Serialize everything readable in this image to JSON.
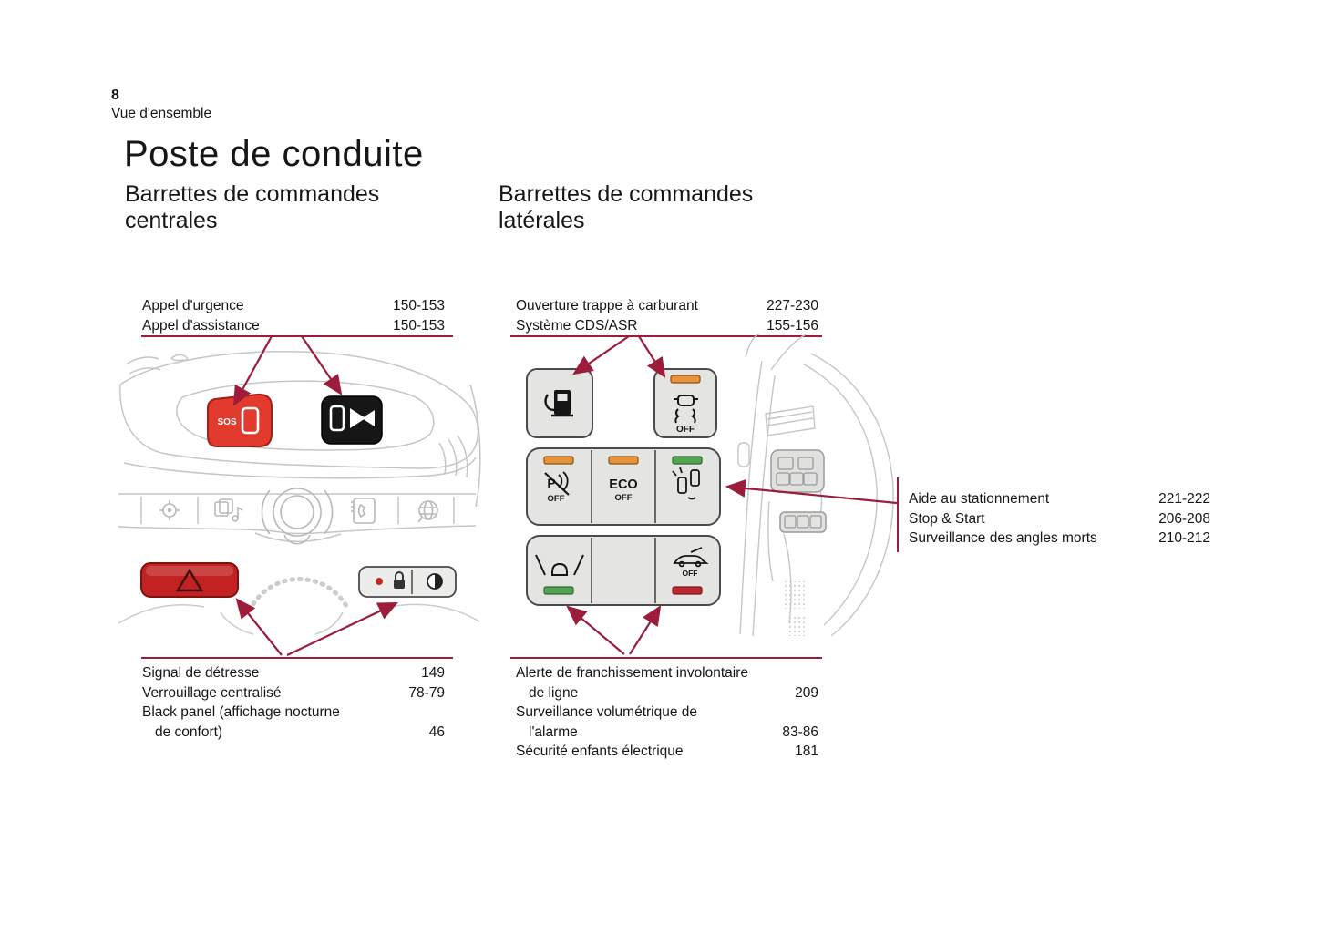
{
  "page": {
    "number": "8",
    "section_title": "Vue d'ensemble",
    "title": "Poste de conduite"
  },
  "left_column": {
    "subtitle": "Barrettes de commandes centrales"
  },
  "right_column": {
    "subtitle": "Barrettes de commandes latérales"
  },
  "labels": {
    "top_left": [
      {
        "text": "Appel d'urgence",
        "pages": "150-153"
      },
      {
        "text": "Appel d'assistance",
        "pages": "150-153"
      }
    ],
    "top_right": [
      {
        "text": "Ouverture trappe à carburant",
        "pages": "227-230"
      },
      {
        "text": "Système CDS/ASR",
        "pages": "155-156"
      }
    ],
    "side_right": [
      {
        "text": "Aide au stationnement",
        "pages": "221-222"
      },
      {
        "text": "Stop & Start",
        "pages": "206-208"
      },
      {
        "text": "Surveillance des angles morts",
        "pages": "210-212"
      }
    ],
    "bottom_left": [
      {
        "text": "Signal de détresse",
        "pages": "149"
      },
      {
        "text": "Verrouillage centralisé",
        "pages": "78-79"
      },
      {
        "text": "Black panel (affichage nocturne",
        "pages": ""
      },
      {
        "text": "de confort)",
        "pages": "46"
      }
    ],
    "bottom_right": [
      {
        "text": "Alerte de franchissement involontaire",
        "pages": ""
      },
      {
        "text": "de ligne",
        "pages": "209"
      },
      {
        "text": "Surveillance volumétrique de",
        "pages": ""
      },
      {
        "text": "l'alarme",
        "pages": "83-86"
      },
      {
        "text": "Sécurité enfants électrique",
        "pages": "181"
      }
    ]
  },
  "diagram_text": {
    "sos": "SOS",
    "off": "OFF",
    "eco": "ECO",
    "p": "P"
  },
  "colors": {
    "accent_line": "#9d1c3c",
    "sos_red": "#e23a2c",
    "hazard_red": "#c32222",
    "indicator_orange": "#e8923c",
    "indicator_green": "#54a454",
    "indicator_red": "#bf2730",
    "panel_gray": "#e4e4e2"
  }
}
